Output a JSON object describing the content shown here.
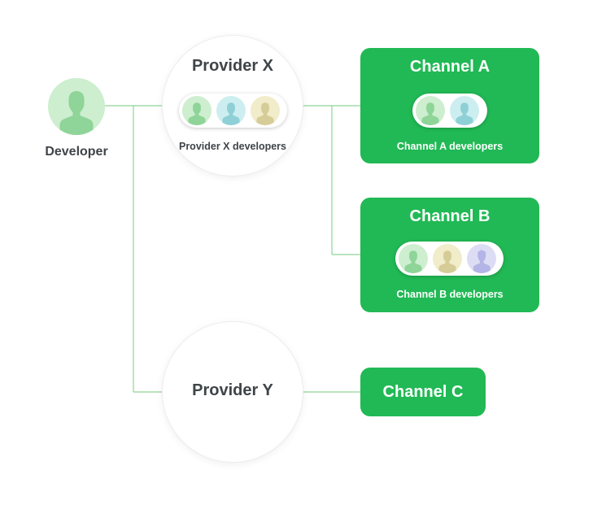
{
  "developer": {
    "label": "Developer",
    "avatar_color": "#cdeecf",
    "figure_color": "#8fd498"
  },
  "providers": [
    {
      "title": "Provider X",
      "sub_label": "Provider X developers"
    },
    {
      "title": "Provider Y"
    }
  ],
  "channels": [
    {
      "title": "Channel A",
      "sub_label": "Channel A developers"
    },
    {
      "title": "Channel B",
      "sub_label": "Channel B developers"
    },
    {
      "title": "Channel C"
    }
  ],
  "colors": {
    "channel_green": "#21b955",
    "connector_line": "#8fd498",
    "avatar_green": "#cdeecf",
    "avatar_teal": "#cdeef0",
    "avatar_tan": "#f1ecc9",
    "avatar_purple": "#dcdcf4"
  },
  "avatar_icons": [
    "person-icon-green",
    "person-icon-teal",
    "person-icon-tan",
    "person-icon-purple"
  ]
}
